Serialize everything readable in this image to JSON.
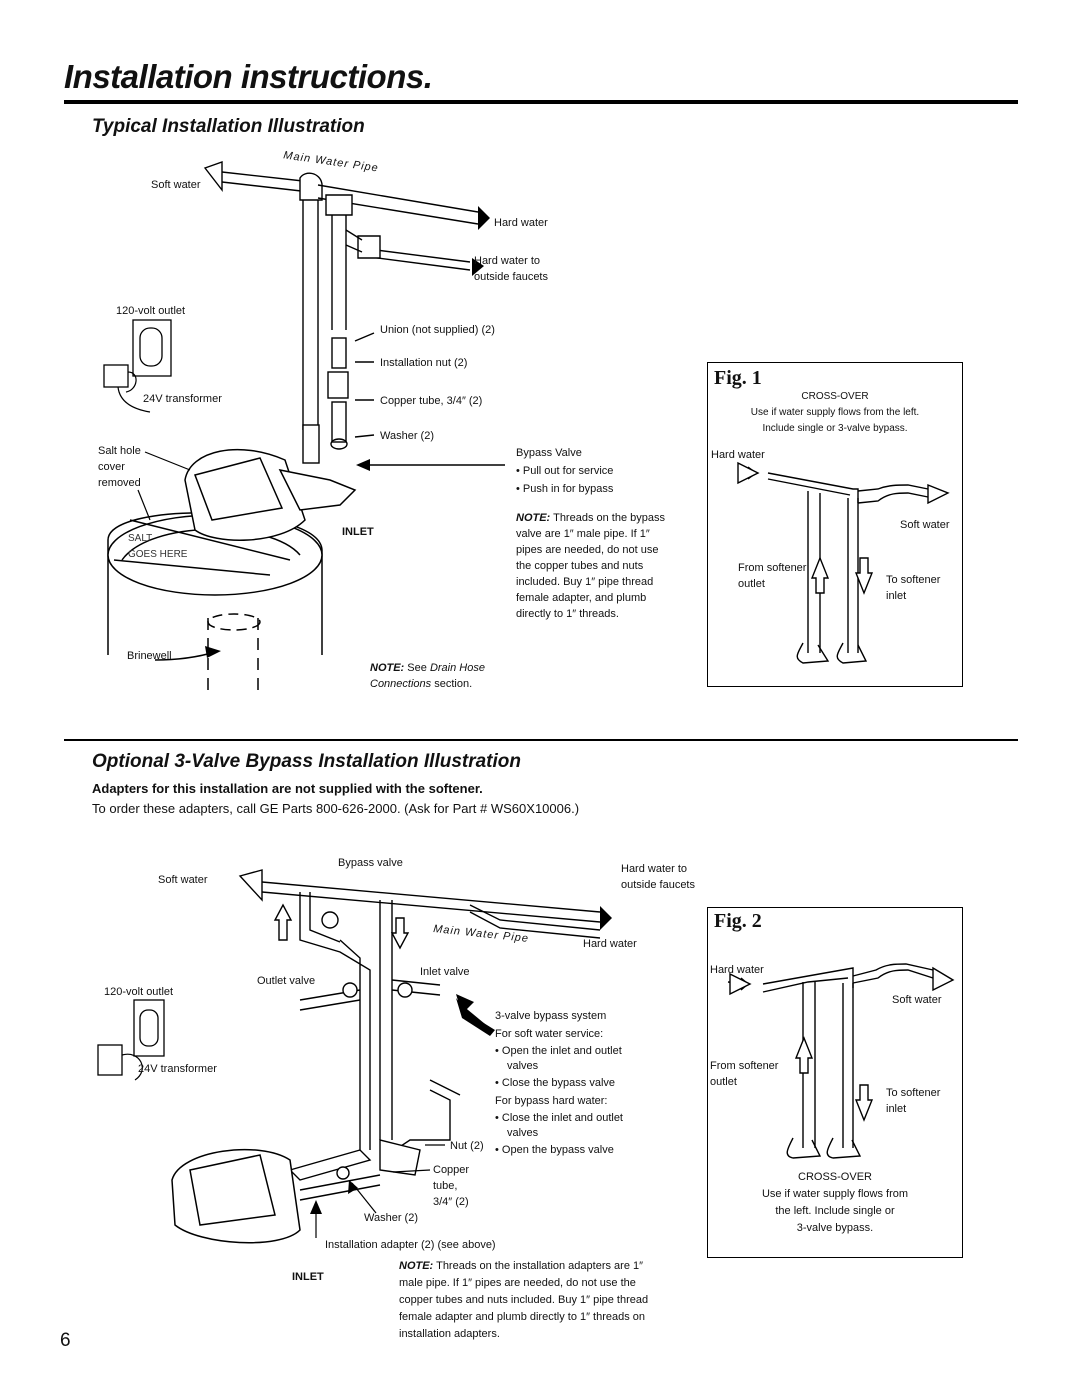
{
  "page": {
    "title": "Installation instructions.",
    "page_number": "6"
  },
  "section1": {
    "heading": "Typical Installation Illustration",
    "labels": {
      "main_water_pipe": "Main Water Pipe",
      "soft_water": "Soft water",
      "hard_water": "Hard water",
      "hard_water_outside_1": "Hard water to",
      "hard_water_outside_2": "outside faucets",
      "outlet_120v": "120-volt outlet",
      "union": "Union (not supplied) (2)",
      "installation_nut": "Installation nut (2)",
      "transformer": "24V transformer",
      "copper_tube": "Copper tube, 3/4″ (2)",
      "washer": "Washer (2)",
      "salt_hole_1": "Salt hole",
      "salt_hole_2": "cover",
      "salt_hole_3": "removed",
      "bypass_valve": "Bypass Valve",
      "pull_out": "• Pull out for service",
      "push_in": "• Push in for bypass",
      "note_label": "NOTE:",
      "note_text_1": "Threads on the bypass",
      "note_text_2": "valve are 1″ male pipe. If 1″",
      "note_text_3": "pipes are needed, do not use",
      "note_text_4": "the copper tubes and nuts",
      "note_text_5": "included. Buy 1″ pipe thread",
      "note_text_6": "female adapter, and plumb",
      "note_text_7": "directly to 1″ threads.",
      "inlet": "INLET",
      "salt_1": "SALT",
      "salt_2": "GOES HERE",
      "brinewell": "Brinewell",
      "drain_note_label": "NOTE:",
      "drain_note_see": "See",
      "drain_note_ref": "Drain Hose",
      "drain_note_ref2": "Connections",
      "drain_note_end": "section."
    },
    "fig1": {
      "title": "Fig. 1",
      "caption_head": "CROSS-OVER",
      "caption_1": "Use if water supply flows from the left.",
      "caption_2": "Include single or 3-valve bypass.",
      "hard_water": "Hard water",
      "soft_water": "Soft water",
      "from_softener_1": "From softener",
      "from_softener_2": "outlet",
      "to_softener_1": "To softener",
      "to_softener_2": "inlet"
    }
  },
  "section2": {
    "heading": "Optional 3-Valve Bypass Installation Illustration",
    "subheading": "Adapters for this installation are not supplied with the softener.",
    "order_text": "To order these adapters, call GE Parts 800-626-2000. (Ask for Part # WS60X10006.)",
    "labels": {
      "bypass_valve": "Bypass valve",
      "soft_water": "Soft water",
      "hard_water_outside_1": "Hard water to",
      "hard_water_outside_2": "outside faucets",
      "main_water_pipe": "Main Water Pipe",
      "hard_water": "Hard water",
      "outlet_valve": "Outlet valve",
      "inlet_valve": "Inlet valve",
      "outlet_120v": "120-volt outlet",
      "bypass_system": "3-valve bypass system",
      "for_soft": "For soft water service:",
      "open_inlet_1": "• Open the inlet and outlet",
      "open_inlet_2": "valves",
      "close_bypass": "• Close the bypass valve",
      "for_bypass": "For bypass hard water:",
      "close_inlet_1": "• Close the inlet and outlet",
      "close_inlet_2": "valves",
      "open_bypass": "• Open the bypass valve",
      "transformer": "24V transformer",
      "nut": "Nut (2)",
      "copper_1": "Copper",
      "copper_2": "tube,",
      "copper_3": "3/4″ (2)",
      "washer": "Washer (2)",
      "install_adapter": "Installation adapter (2) (see above)",
      "inlet": "INLET",
      "note_label": "NOTE:",
      "note_1": "Threads on the installation adapters are 1″",
      "note_2": "male pipe. If 1″ pipes are needed, do not use the",
      "note_3": "copper tubes and nuts included. Buy 1″ pipe thread",
      "note_4": "female adapter and plumb directly to 1″ threads on",
      "note_5": "installation adapters."
    },
    "fig2": {
      "title": "Fig. 2",
      "hard_water": "Hard water",
      "soft_water": "Soft water",
      "from_softener_1": "From softener",
      "from_softener_2": "outlet",
      "to_softener_1": "To softener",
      "to_softener_2": "inlet",
      "caption_head": "CROSS-OVER",
      "caption_1": "Use if water supply flows from",
      "caption_2": "the left. Include single or",
      "caption_3": "3-valve bypass."
    }
  }
}
